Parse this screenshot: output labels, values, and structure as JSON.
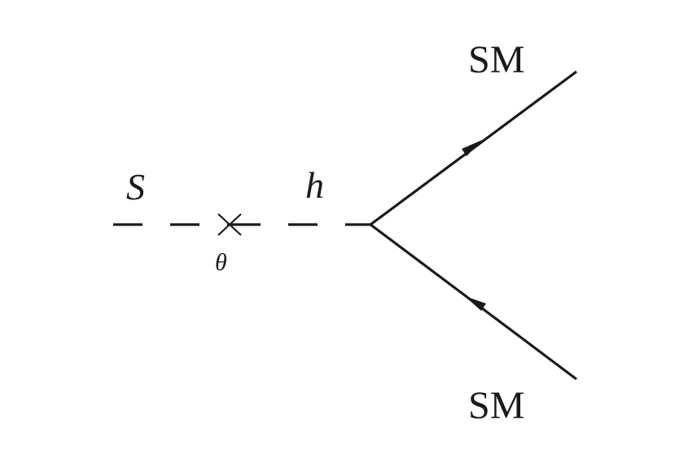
{
  "diagram": {
    "type": "feynman-diagram",
    "labels": {
      "incoming_scalar": "S",
      "mixing_angle": "θ",
      "propagator": "h",
      "outgoing_top": "SM",
      "outgoing_bottom": "SM"
    },
    "colors": {
      "ink": "#1a1a1a",
      "background": "#ffffff"
    },
    "particles": [
      {
        "id": "S",
        "line": "dashed",
        "role": "incoming scalar"
      },
      {
        "id": "h",
        "line": "dashed",
        "role": "Higgs propagator"
      },
      {
        "id": "SM-top",
        "line": "solid-with-arrow",
        "arrow": "toward-outer-end"
      },
      {
        "id": "SM-bottom",
        "line": "solid-with-arrow",
        "arrow": "toward-vertex"
      }
    ]
  }
}
